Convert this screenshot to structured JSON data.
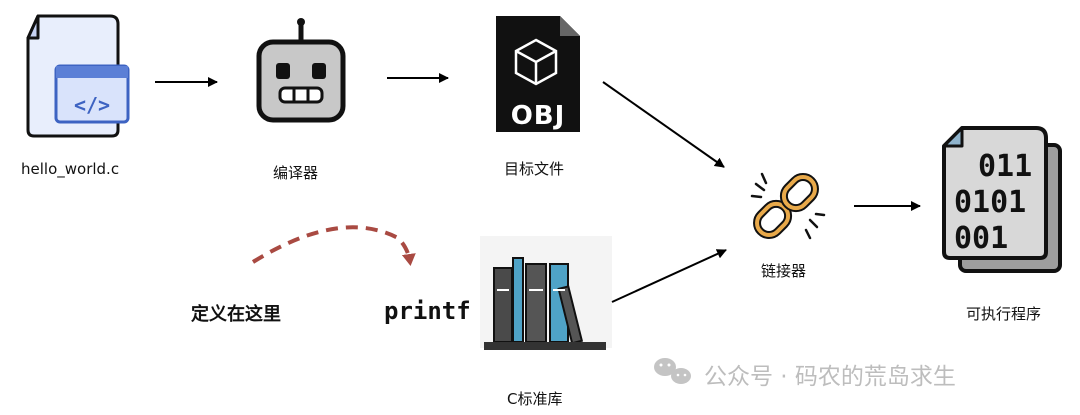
{
  "nodes": {
    "source": {
      "label": "hello_world.c",
      "icon": "code-file-icon"
    },
    "compiler": {
      "label": "编译器",
      "icon": "robot-icon"
    },
    "object": {
      "label": "目标文件",
      "icon": "obj-file-icon",
      "badge": "OBJ"
    },
    "linker": {
      "label": "链接器",
      "icon": "chain-link-icon"
    },
    "executable": {
      "label": "可执行程序",
      "icon": "binary-document-icon",
      "binary_lines": [
        "011",
        "0101",
        "001"
      ]
    },
    "stdlib": {
      "label": "C标准库",
      "icon": "books-icon"
    }
  },
  "annotation": {
    "defined_here": "定义在这里",
    "function": "printf"
  },
  "watermark": {
    "text": "公众号 · 码农的荒岛求生",
    "icon": "wechat-icon"
  },
  "colors": {
    "accent_blue": "#5b7fd6",
    "file_fill": "#e8eefc",
    "dashed_arrow": "#a94a42",
    "chain_gold": "#e8a94a",
    "book_blue": "#4fa3c7"
  }
}
